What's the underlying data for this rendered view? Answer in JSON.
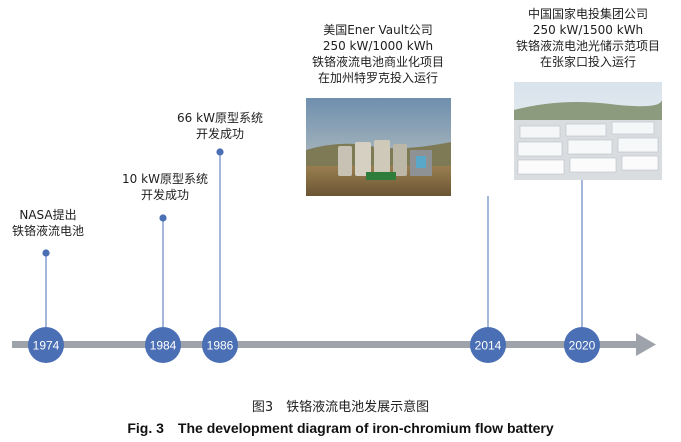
{
  "events": [
    {
      "year": "1974",
      "lines": [
        "NASA提出",
        "铁铬液流电池"
      ]
    },
    {
      "year": "1984",
      "lines": [
        "10 kW原型系统",
        "开发成功"
      ]
    },
    {
      "year": "1986",
      "lines": [
        "66 kW原型系统",
        "开发成功"
      ]
    },
    {
      "year": "2014",
      "lines": [
        "美国Ener Vault公司",
        "250 kW/1000 kWh",
        "铁铬液流电池商业化项目",
        "在加州特罗克投入运行"
      ]
    },
    {
      "year": "2020",
      "lines": [
        "中国国家电投集团公司",
        "250 kW/1500 kWh",
        "铁铬液流电池光储示范项目",
        "在张家口投入运行"
      ]
    }
  ],
  "caption": {
    "zh": "图3　铁铬液流电池发展示意图",
    "en": "Fig. 3　The development diagram of iron-chromium flow battery"
  },
  "colors": {
    "axis": "#9ea3ab",
    "node": "#4a6fb4",
    "stem": "#4a6fb4"
  }
}
